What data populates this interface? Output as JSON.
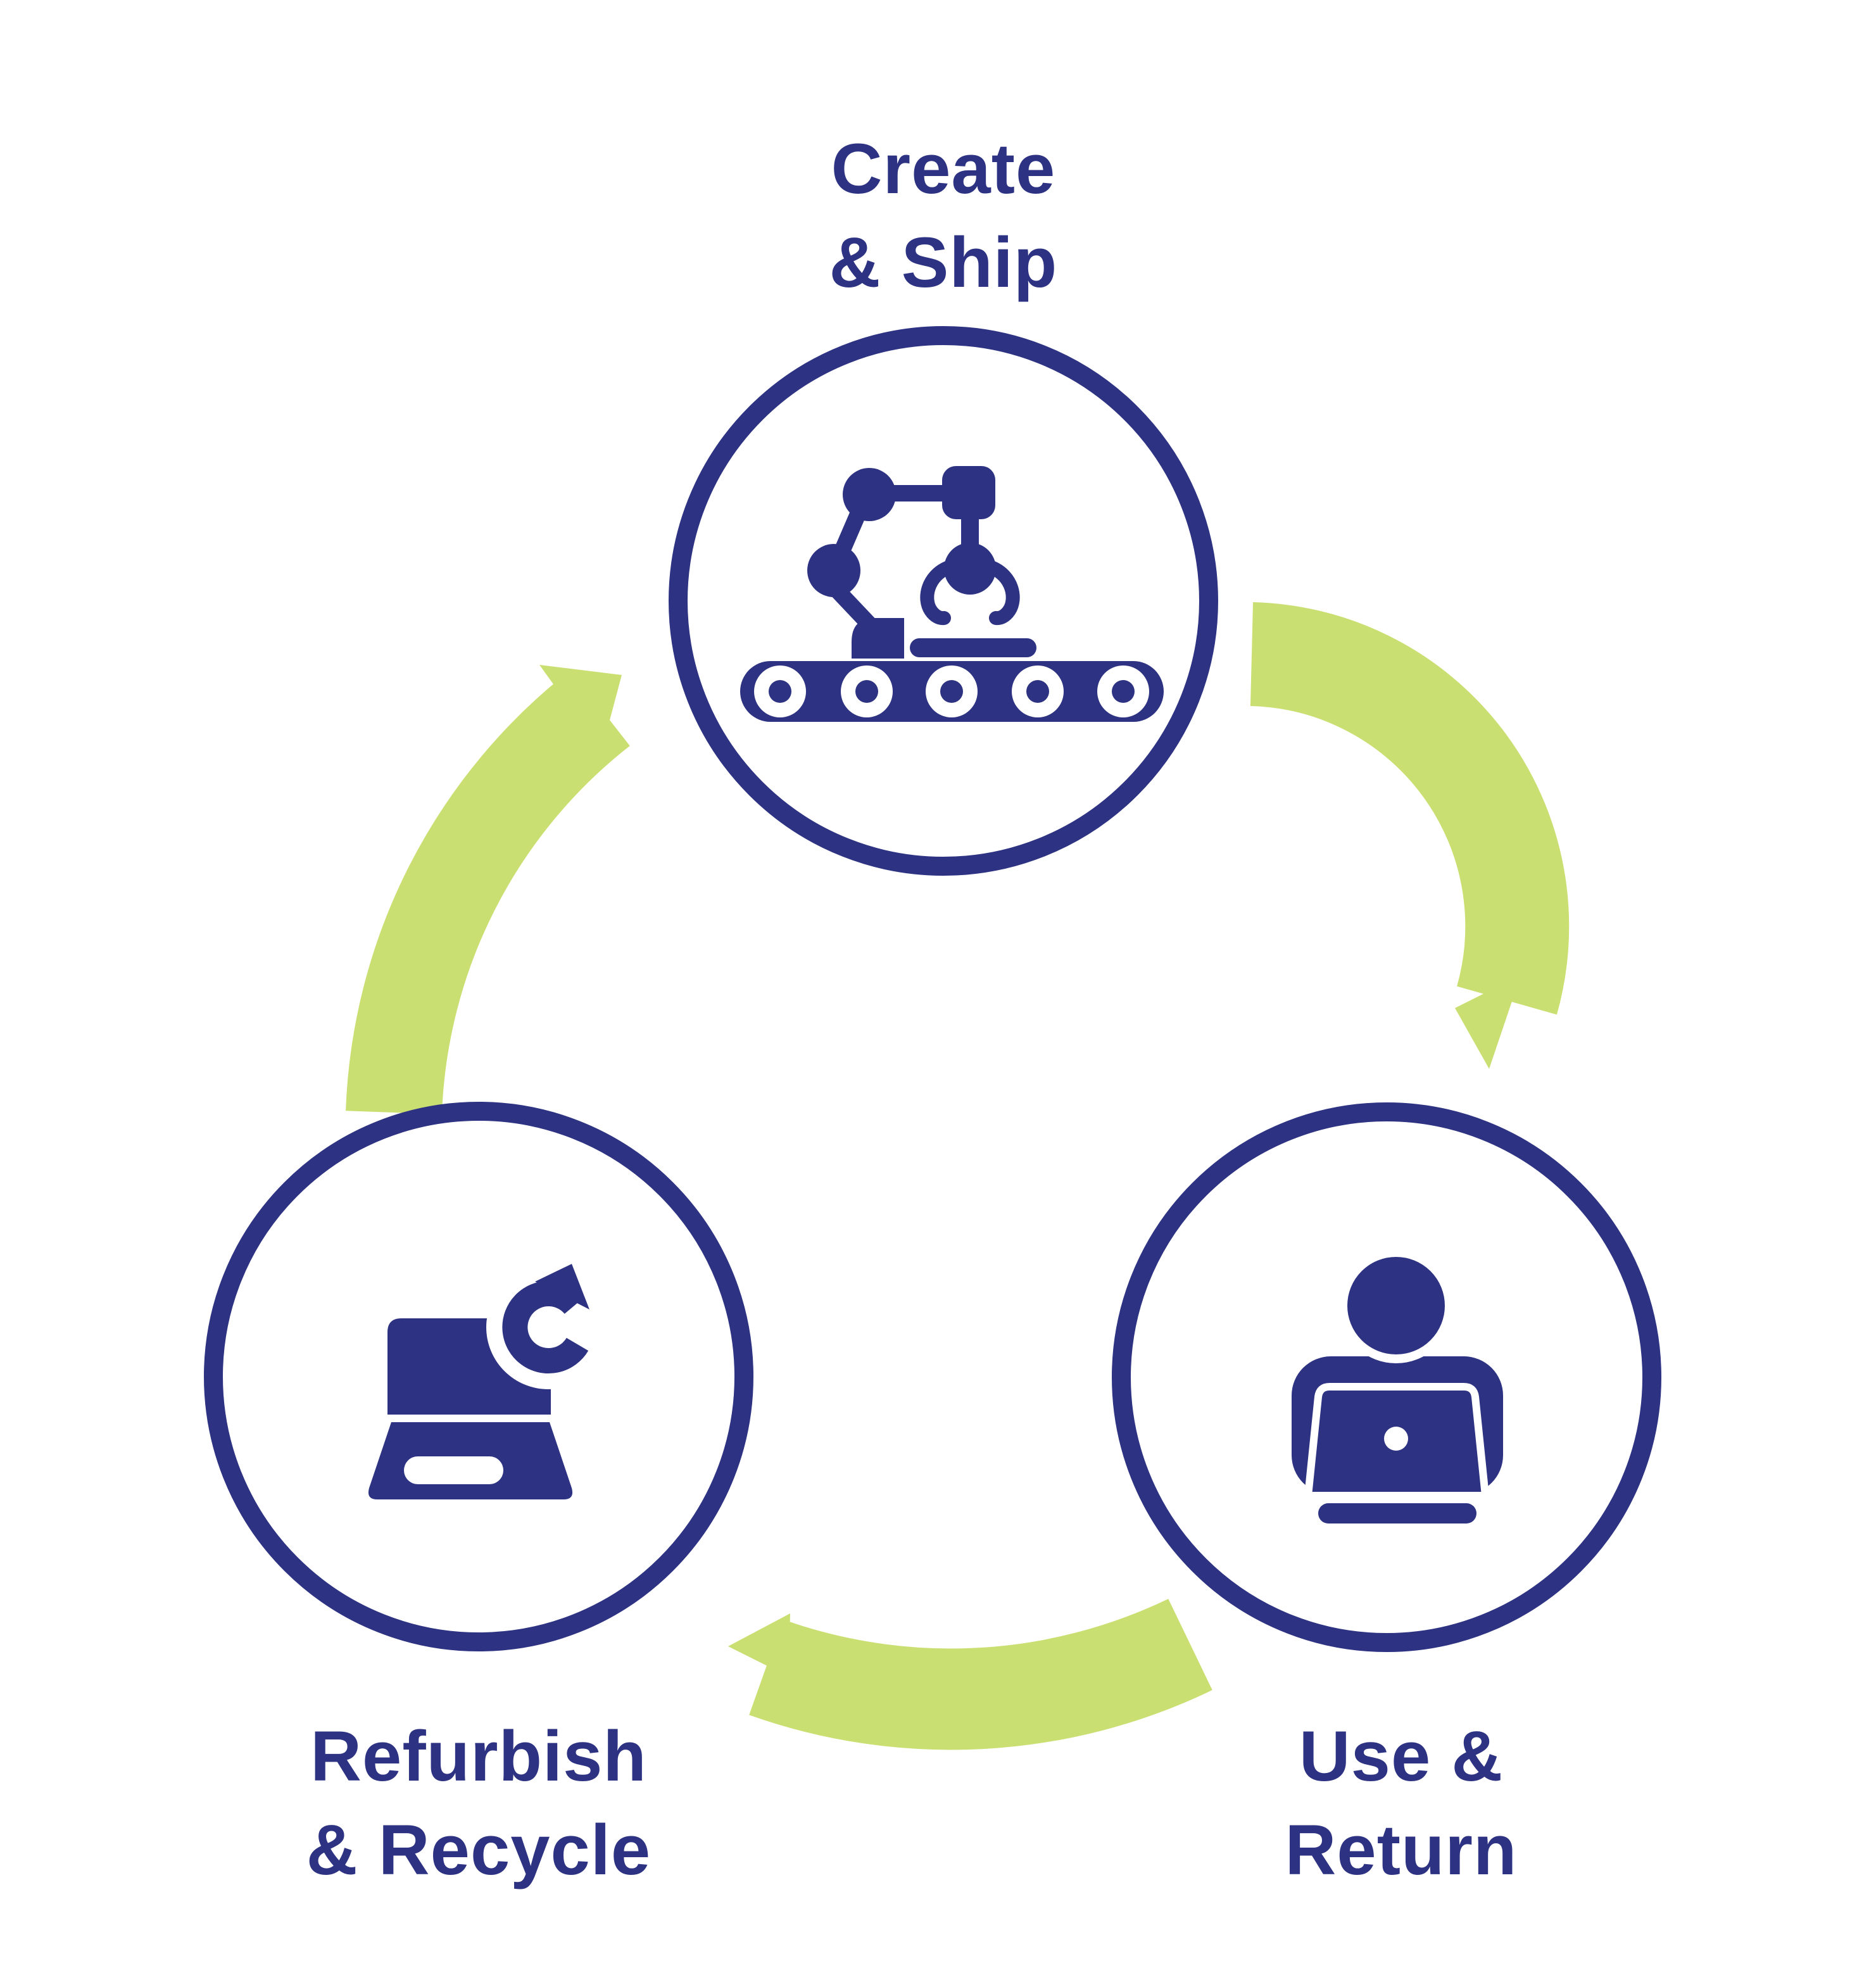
{
  "diagram": {
    "type": "cycle",
    "colors": {
      "navy": "#2d3282",
      "green": "#cadf72",
      "white": "#ffffff"
    },
    "nodes": [
      {
        "id": "create-ship",
        "position": "top",
        "icon": "robot-arm-conveyor-icon",
        "label_line1": "Create",
        "label_line2": "& Ship"
      },
      {
        "id": "use-return",
        "position": "bottom-right",
        "icon": "person-at-laptop-icon",
        "label_line1": "Use &",
        "label_line2": "Return"
      },
      {
        "id": "refurbish-recycle",
        "position": "bottom-left",
        "icon": "laptop-recycle-icon",
        "label_line1": "Refurbish",
        "label_line2": "& Recycle"
      }
    ],
    "arcs": [
      {
        "id": "arc-create-to-use",
        "from": "create-ship",
        "to": "use-return"
      },
      {
        "id": "arc-use-to-refurbish",
        "from": "use-return",
        "to": "refurbish-recycle"
      },
      {
        "id": "arc-refurbish-to-create",
        "from": "refurbish-recycle",
        "to": "create-ship"
      }
    ]
  }
}
